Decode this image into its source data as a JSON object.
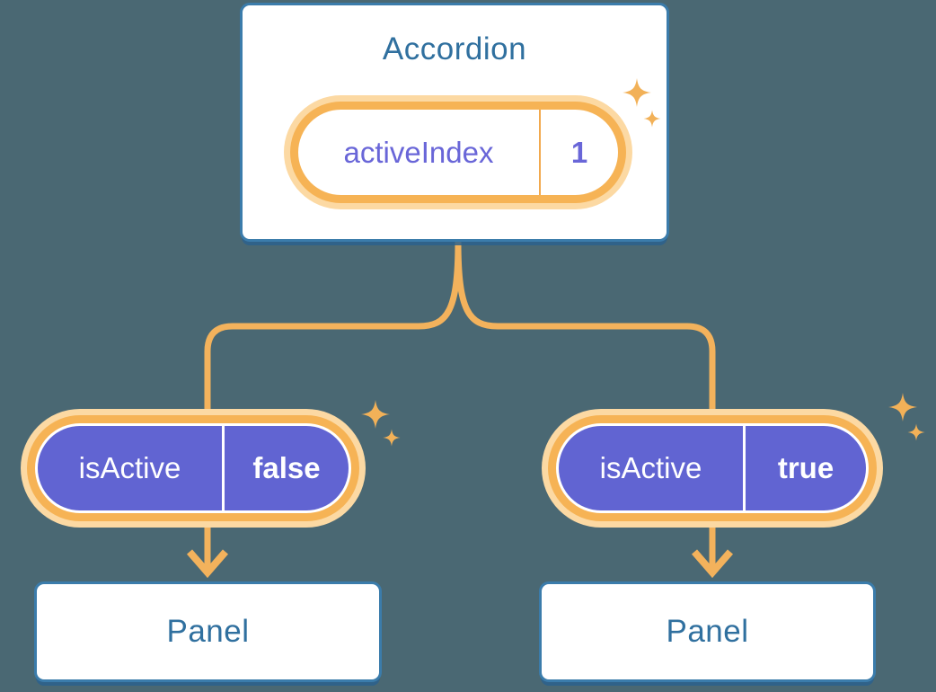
{
  "diagram": {
    "accordion": {
      "title": "Accordion",
      "state_pill": {
        "label": "activeIndex",
        "value": "1"
      }
    },
    "children": [
      {
        "prop_pill": {
          "label": "isActive",
          "value": "false"
        },
        "panel": {
          "title": "Panel"
        }
      },
      {
        "prop_pill": {
          "label": "isActive",
          "value": "true"
        },
        "panel": {
          "title": "Panel"
        }
      }
    ],
    "colors": {
      "background": "#4a6873",
      "card_bg": "#ffffff",
      "card_border": "#3b7cab",
      "heading_text": "#30709f",
      "connector": "#f3b25c",
      "pill_ring": "#f6b355",
      "pill_glow": "#fcd9a3",
      "pill_fill": "#6164d2",
      "state_text": "#6966d8",
      "divider_orange": "#f2a94e",
      "sparkle": "#f2b158"
    }
  }
}
